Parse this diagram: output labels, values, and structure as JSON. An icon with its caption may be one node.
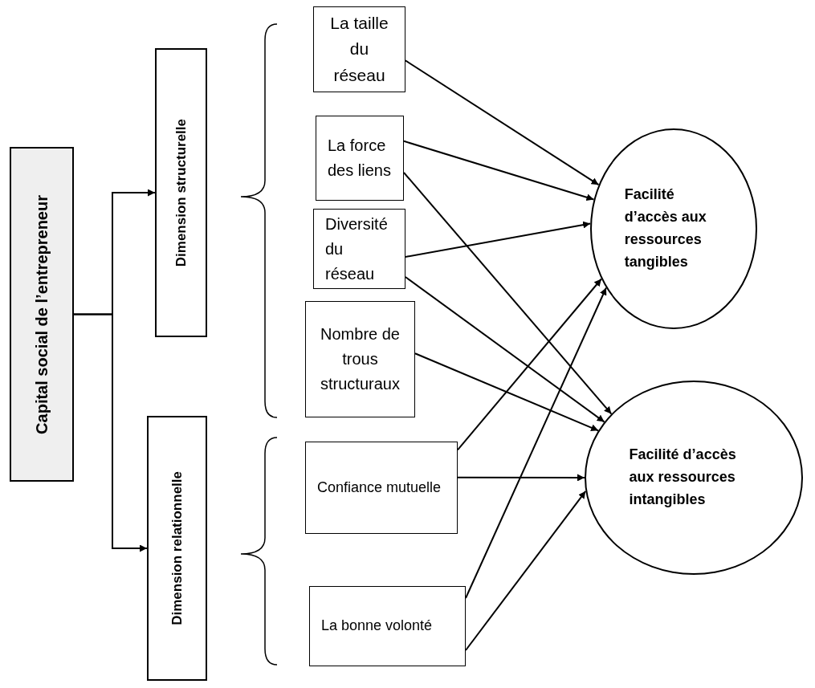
{
  "diagram": {
    "nodes": [
      {
        "text": [
          "Capital social de l’entrepreneur"
        ]
      },
      {
        "text": [
          "Dimension structurelle"
        ]
      },
      {
        "text": [
          "Dimension relationnelle"
        ]
      },
      {
        "text": [
          "La taille du réseau"
        ]
      },
      {
        "text": [
          "La force des liens"
        ]
      },
      {
        "text": [
          "Diversité du réseau"
        ]
      },
      {
        "text": [
          "Nombre de trous structuraux"
        ]
      },
      {
        "text": [
          "Confiance mutuelle"
        ]
      },
      {
        "text": [
          "La bonne volonté"
        ]
      },
      {
        "text": [
          "Facilité d’accès aux ressources tangibles"
        ]
      },
      {
        "text": [
          "Facilité d’accès aux ressources intangibles"
        ]
      }
    ],
    "edges": [
      {
        "from": 0,
        "to": 1,
        "arrow": "to"
      },
      {
        "from": 0,
        "to": 2,
        "arrow": "to"
      },
      {
        "from": 3,
        "to": 9,
        "arrow": "to"
      },
      {
        "from": 4,
        "to": 9,
        "arrow": "to"
      },
      {
        "from": 4,
        "to": 10,
        "arrow": "to"
      },
      {
        "from": 5,
        "to": 9,
        "arrow": "to"
      },
      {
        "from": 5,
        "to": 10,
        "arrow": "to"
      },
      {
        "from": 6,
        "to": 10,
        "arrow": "to"
      },
      {
        "from": 7,
        "to": 9,
        "arrow": "to"
      },
      {
        "from": 7,
        "to": 10,
        "arrow": "to"
      },
      {
        "from": 8,
        "to": 9,
        "arrow": "to"
      },
      {
        "from": 8,
        "to": 10,
        "arrow": "to"
      }
    ]
  }
}
